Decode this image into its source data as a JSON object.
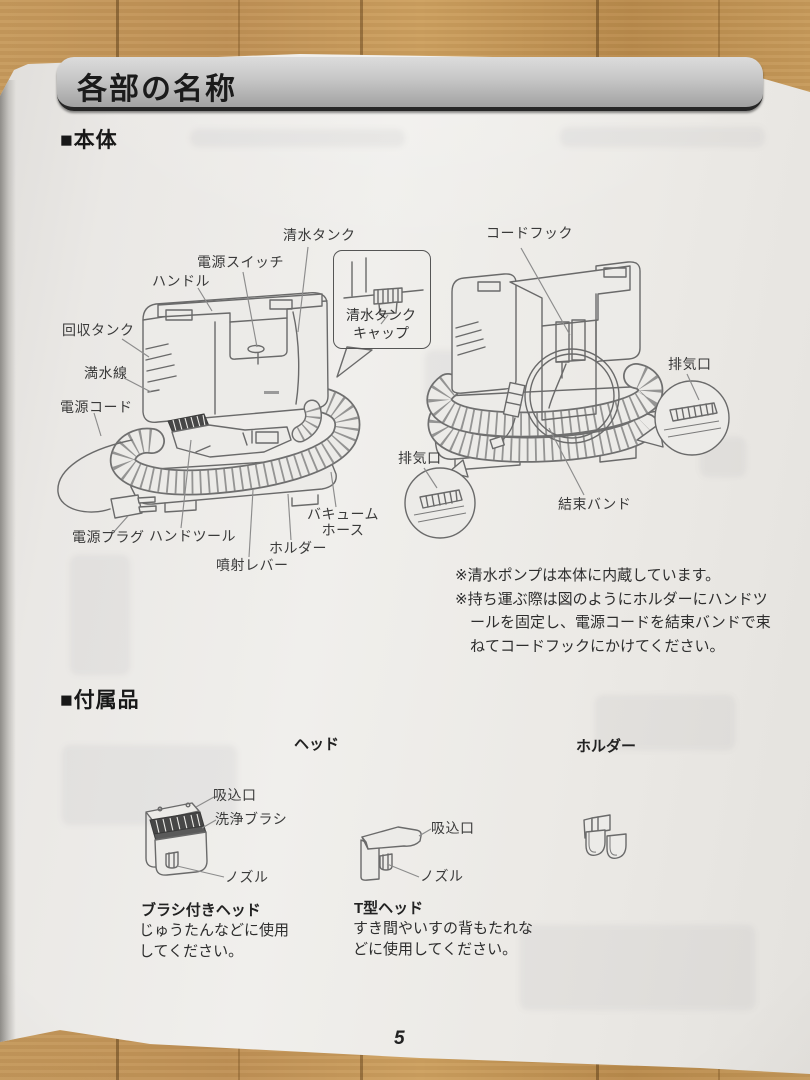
{
  "palette": {
    "paper": "#ecebe8",
    "wood": "#c49a5d",
    "title_bar_gray": "#bdbdbd",
    "ink": "#1b1b1b",
    "line_art": "#6a6a6a"
  },
  "page_title": "各部の名称",
  "page_number": "5",
  "sections": {
    "main_unit_heading": "■本体",
    "accessories_heading": "■付属品"
  },
  "front_view": {
    "labels": {
      "seisui_tank": "清水タンク",
      "dengen_switch": "電源スイッチ",
      "handoru": "ハンドル",
      "kaishu_tank": "回収タンク",
      "mansui_sen": "満水線",
      "dengen_cord": "電源コード",
      "dengen_plug": "電源プラグ",
      "hand_tool": "ハンドツール",
      "funsha_lever": "噴射レバー",
      "horudaa": "ホルダー",
      "vacuum_hose": "バキュームホース",
      "tank_cap": "清水タンクキャップ"
    }
  },
  "back_view": {
    "labels": {
      "cord_hook": "コードフック",
      "haikiko_right": "排気口",
      "haikiko_left": "排気口",
      "kessoku_band": "結束バンド"
    },
    "notes": [
      "※清水ポンプは本体に内蔵しています。",
      "※持ち運ぶ際は図のようにホルダーにハンドツールを固定し、電源コードを結束バンドで束ねてコードフックにかけてください。"
    ]
  },
  "accessories": {
    "head_column": "ヘッド",
    "holder_column": "ホルダー",
    "brush_head": {
      "name": "ブラシ付きヘッド",
      "desc": "じゅうたんなどに使用してください。",
      "labels": {
        "suikomi": "吸込口",
        "senjo_brush": "洗浄ブラシ",
        "nozzle": "ノズル"
      }
    },
    "t_head": {
      "name": "T型ヘッド",
      "desc": "すき間やいすの背もたれなどに使用してください。",
      "labels": {
        "suikomi": "吸込口",
        "nozzle": "ノズル"
      }
    }
  }
}
